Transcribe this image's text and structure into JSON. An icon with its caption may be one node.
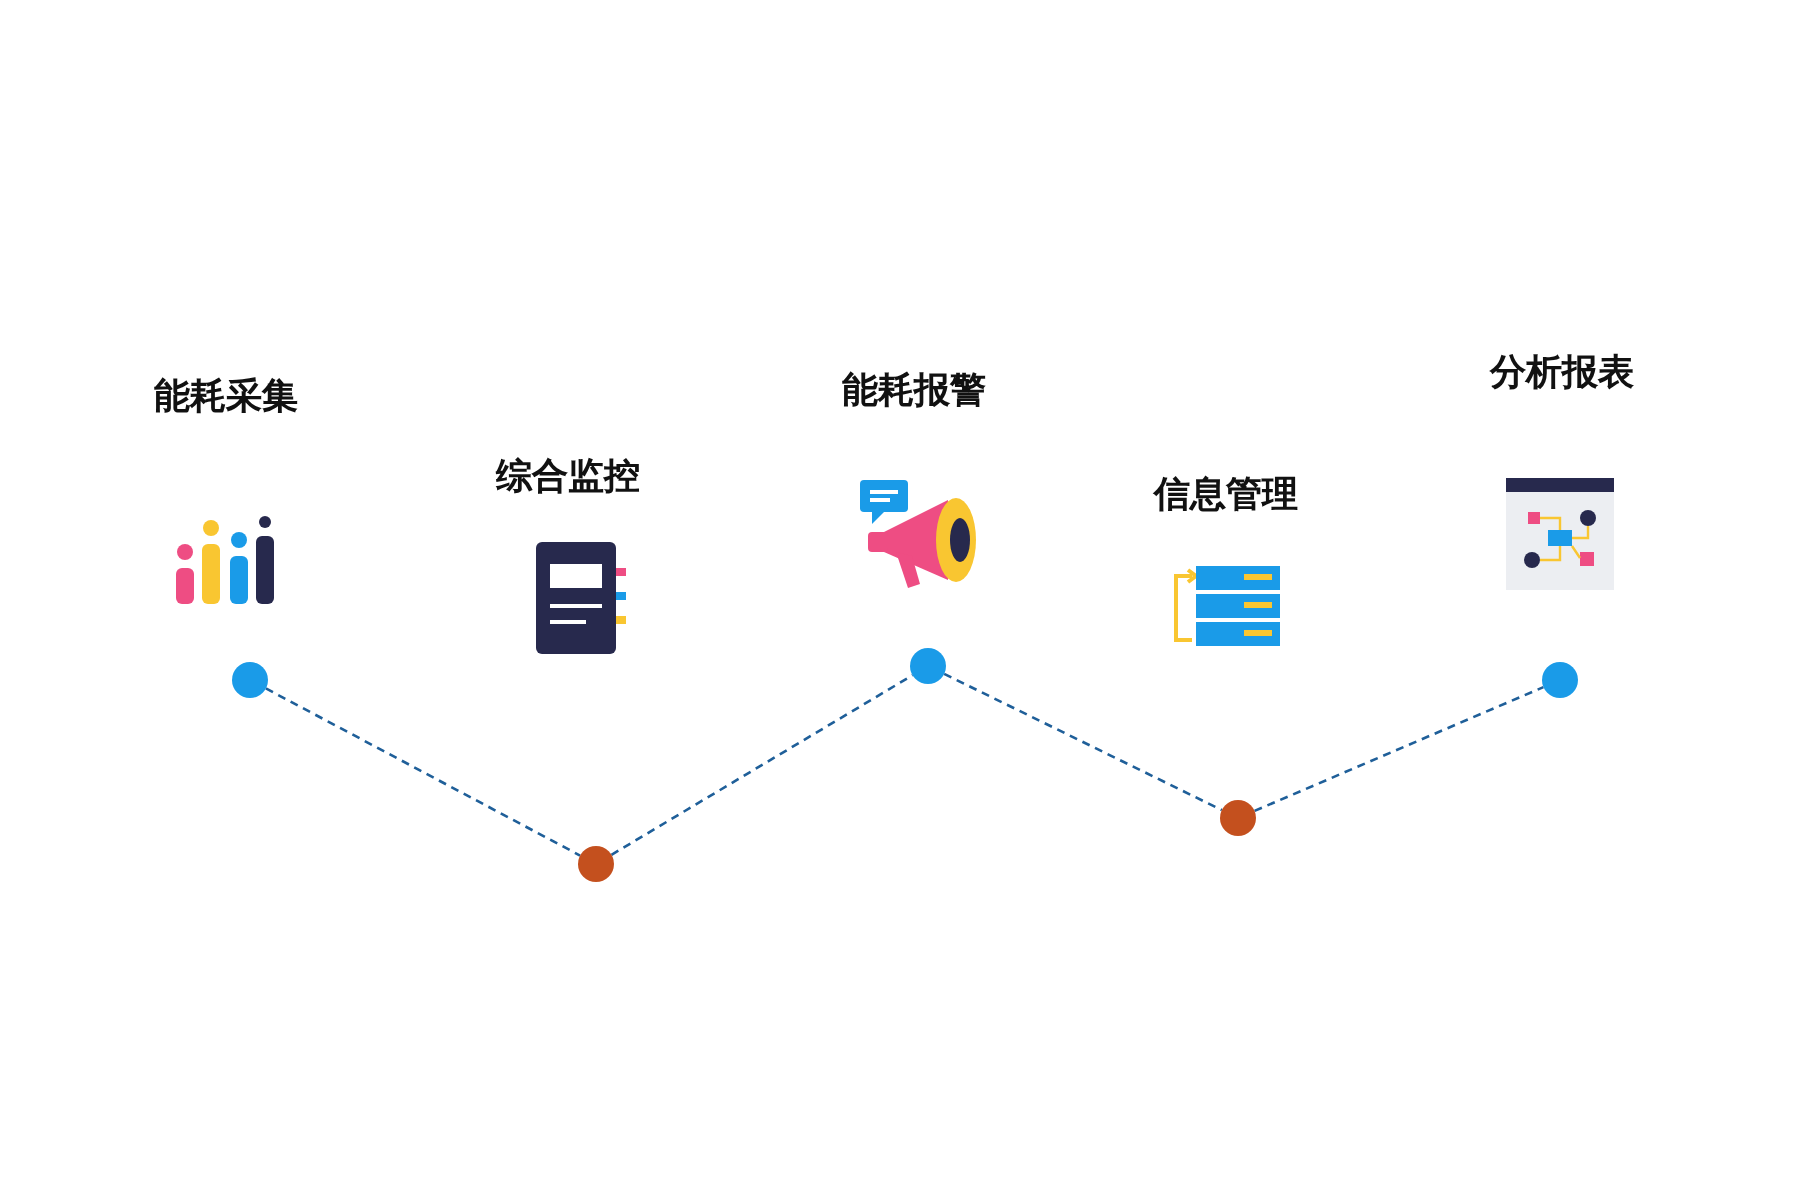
{
  "diagram": {
    "nodes": [
      {
        "text": [],
        "shape": "circle"
      },
      {
        "text": [],
        "shape": "circle"
      },
      {
        "text": [],
        "shape": "circle"
      },
      {
        "text": [],
        "shape": "circle"
      },
      {
        "text": [],
        "shape": "circle"
      }
    ],
    "edges": [
      {
        "from": 0,
        "to": 1,
        "arrow": "none",
        "style": "dashed"
      },
      {
        "from": 1,
        "to": 2,
        "arrow": "none",
        "style": "dashed"
      },
      {
        "from": 2,
        "to": 3,
        "arrow": "none",
        "style": "dashed"
      },
      {
        "from": 3,
        "to": 4,
        "arrow": "none",
        "style": "dashed"
      }
    ],
    "labels": [
      "能耗采集",
      "综合监控",
      "能耗报警",
      "信息管理",
      "分析报表"
    ]
  }
}
